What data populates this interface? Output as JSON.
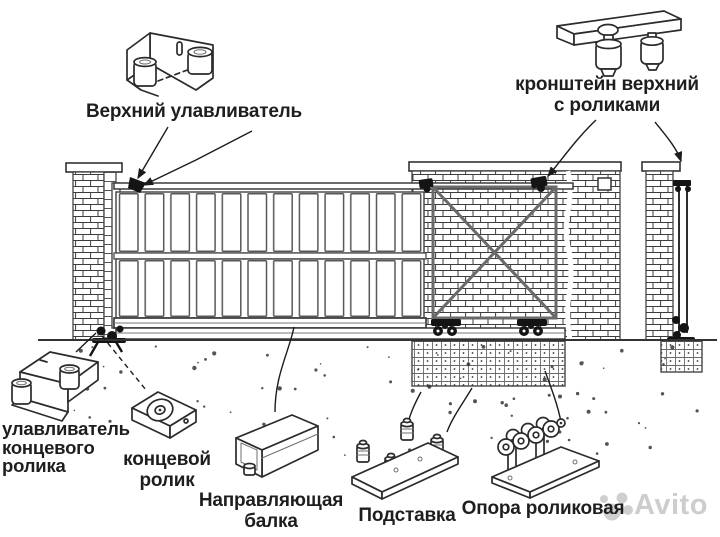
{
  "diagram": {
    "parts": [
      {
        "name": "top-catcher",
        "label_lines": [
          "Верхний улавливатель"
        ]
      },
      {
        "name": "top-roller-bracket",
        "label_lines": [
          "кронштейн верхний",
          "с роликами"
        ]
      },
      {
        "name": "end-roller-catcher",
        "label_lines": [
          "улавливатель",
          "концевого",
          "ролика"
        ]
      },
      {
        "name": "end-roller",
        "label_lines": [
          "концевой",
          "ролик"
        ]
      },
      {
        "name": "guide-beam",
        "label_lines": [
          "Направляющая",
          "балка"
        ]
      },
      {
        "name": "stand",
        "label_lines": [
          "Подставка"
        ]
      },
      {
        "name": "roller-support",
        "label_lines": [
          "Опора роликовая"
        ]
      }
    ]
  },
  "watermark": {
    "brand": "Avito"
  },
  "colors": {
    "background": "#ffffff",
    "ink": "#242424",
    "label_text": "#1e1e1e",
    "brick_line": "#3d3d3d",
    "watermark": "#c9c9c9"
  }
}
